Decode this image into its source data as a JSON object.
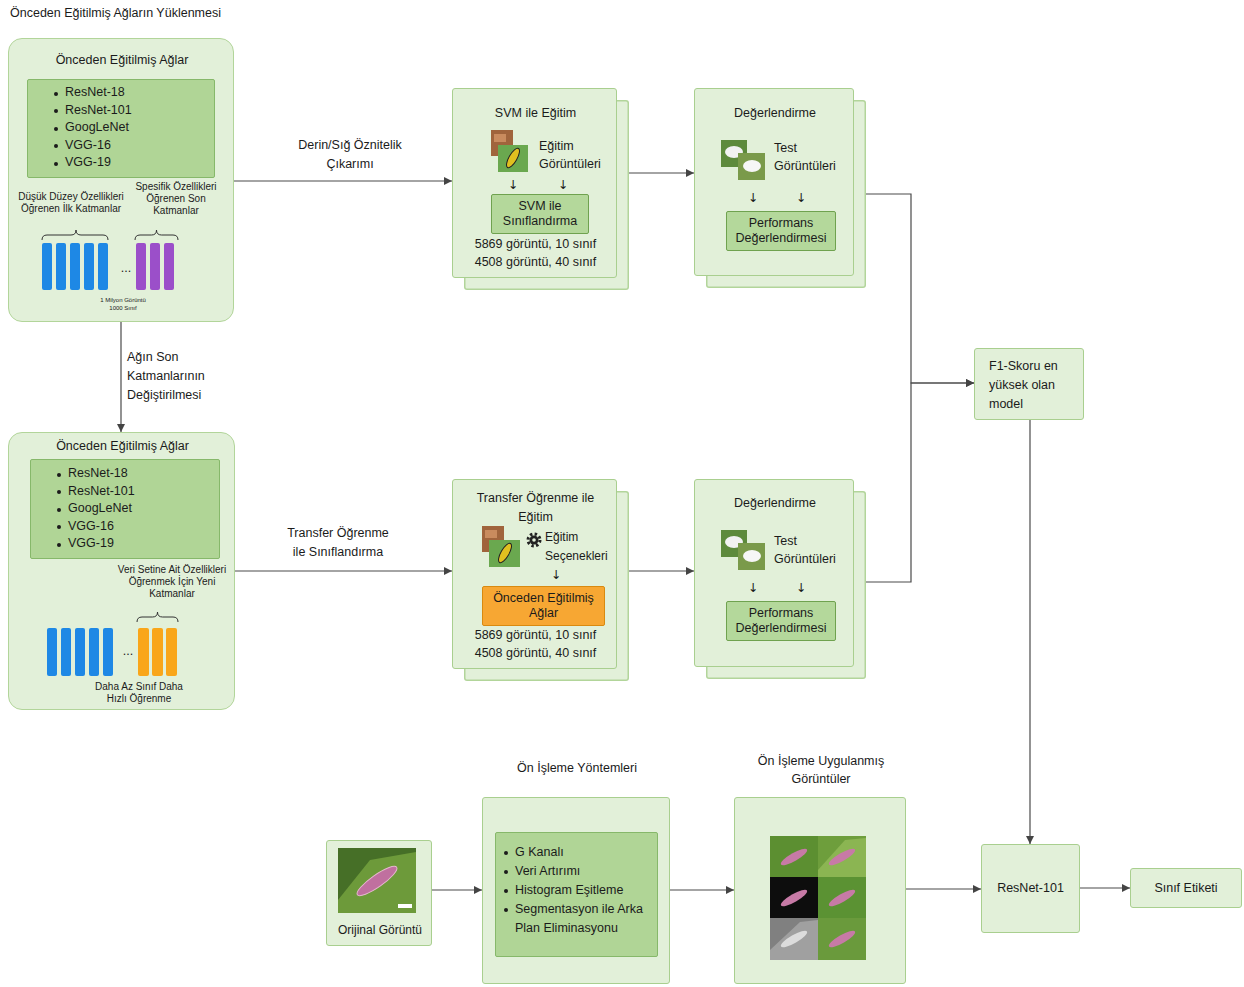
{
  "diagram": {
    "title": "Önceden Eğitilmiş Ağların Yüklenmesi",
    "nodes": [
      {
        "text": [
          "Önceden Eğitilmiş Ağlar",
          "Düşük Düzey Özellikleri Öğrenen İlk Katmanlar",
          "Spesifik Özellikleri Öğrenen Son Katmanlar",
          "...",
          "1 Milyon Görüntü 1000 Sınıf"
        ]
      },
      {
        "text": [
          "ResNet-18",
          "ResNet-101",
          "GoogLeNet",
          "VGG-16",
          "VGG-19"
        ],
        "in": 0
      },
      {
        "text": [
          "Önceden Eğitilmiş Ağlar",
          "Veri Setine Ait Özellikleri Öğrenmek İçin Yeni Katmanlar",
          "...",
          "Daha Az Sınıf Daha Hızlı Öğrenme"
        ]
      },
      {
        "text": [
          "ResNet-18",
          "ResNet-101",
          "GoogLeNet",
          "VGG-16",
          "VGG-19"
        ],
        "in": 2
      },
      {
        "text": [
          "SVM ile Eğitim",
          "Eğitim Görüntüleri",
          "↓",
          "↓",
          "5869 görüntü, 10 sınıf",
          "4508 görüntü, 40 sınıf"
        ]
      },
      {
        "text": [
          "SVM ile Sınıflandırma"
        ],
        "in": 4
      },
      {
        "text": [
          "Değerlendirme",
          "Test Görüntüleri",
          "↓",
          "↓"
        ]
      },
      {
        "text": [
          "Performans Değerlendirmesi"
        ],
        "in": 6
      },
      {
        "text": [
          "Transfer Öğrenme ile Eğitim",
          "Eğitim Seçenekleri",
          "↓",
          "5869 görüntü, 10 sınıf",
          "4508 görüntü, 40 sınıf"
        ]
      },
      {
        "text": [
          "Önceden Eğitilmiş Ağlar"
        ],
        "in": 8
      },
      {
        "text": [
          "Değerlendirme",
          "Test Görüntüleri",
          "↓",
          "↓"
        ]
      },
      {
        "text": [
          "Performans Değerlendirmesi"
        ],
        "in": 10
      },
      {
        "text": [
          "F1-Skoru en yüksek olan model"
        ]
      },
      {
        "text": [
          "Orijinal Görüntü"
        ]
      },
      {
        "text": [
          "Ön İşleme Yöntemleri"
        ]
      },
      {
        "text": [
          "G Kanalı",
          "Veri Artırımı",
          "Histogram Eşitleme",
          "Segmentasyon ile Arka Plan Eliminasyonu"
        ],
        "in": 14
      },
      {
        "text": [
          "Ön İşleme Uygulanmış Görüntüler"
        ]
      },
      {
        "text": [
          "ResNet-101"
        ]
      },
      {
        "text": [
          "Sınıf Etiketi"
        ]
      }
    ],
    "edges": [
      {
        "from": 0,
        "to": 2,
        "arrow": "to",
        "label": "Ağın Son Katmanlarının Değiştirilmesi"
      },
      {
        "from": 0,
        "to": 4,
        "arrow": "to",
        "label": "Derin/Sığ Öznitelik Çıkarımı"
      },
      {
        "from": 4,
        "to": 6,
        "arrow": "to"
      },
      {
        "from": 2,
        "to": 8,
        "arrow": "to",
        "label": "Transfer Öğrenme ile Sınıflandırma"
      },
      {
        "from": 8,
        "to": 10,
        "arrow": "to"
      },
      {
        "from": 6,
        "to": 12,
        "arrow": "to"
      },
      {
        "from": 10,
        "to": 12,
        "arrow": "to"
      },
      {
        "from": 12,
        "to": 17,
        "arrow": "to"
      },
      {
        "from": 13,
        "to": 14,
        "arrow": "to"
      },
      {
        "from": 14,
        "to": 16,
        "arrow": "to"
      },
      {
        "from": 16,
        "to": 17,
        "arrow": "to"
      },
      {
        "from": 17,
        "to": 18,
        "arrow": "to"
      }
    ]
  }
}
